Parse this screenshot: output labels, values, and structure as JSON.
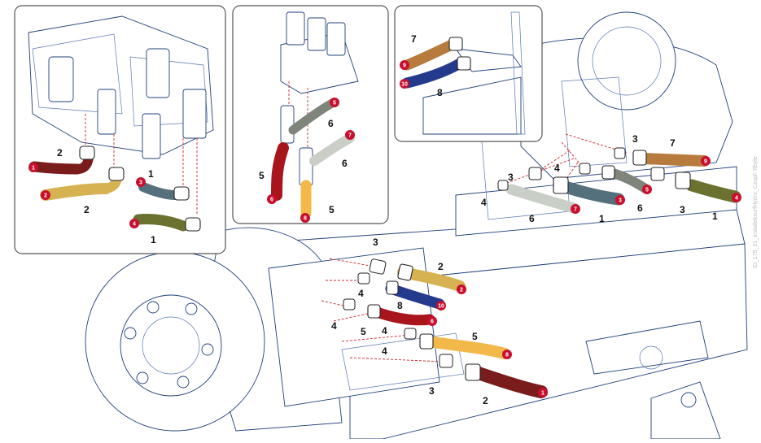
{
  "colors": {
    "line": "#1f3f7a",
    "marker": "#c8102e",
    "leader": "#d0242b",
    "hose_1": "#6b7230",
    "hose_2": "#d6b252",
    "hose_2_dark": "#7a1c1c",
    "hose_3": "#55707d",
    "hose_5": "#a8151c",
    "hose_5_light": "#f2b84a",
    "hose_6": "#c9cfc7",
    "hose_6_dark": "#7f857a",
    "hose_7": "#b87b3e",
    "hose_8": "#243a8c"
  },
  "watermark": "ID_175_01_installeksurfHydro_Czuph Rbyle",
  "insets": [
    {
      "name": "valve-block-inset",
      "callouts": [
        "2",
        "2",
        "1",
        "1"
      ],
      "markers": [
        "1",
        "2",
        "3",
        "4"
      ]
    },
    {
      "name": "solenoid-inset",
      "callouts": [
        "6",
        "6",
        "5",
        "5"
      ],
      "markers": [
        "5",
        "7",
        "6",
        "8"
      ]
    },
    {
      "name": "top-right-inset",
      "callouts": [
        "7",
        "8"
      ],
      "markers": [
        "9",
        "10"
      ]
    }
  ],
  "main": {
    "callouts": [
      "3",
      "2",
      "4",
      "8",
      "4",
      "5",
      "5",
      "4",
      "4",
      "3",
      "2",
      "3",
      "4",
      "7",
      "3",
      "4",
      "6",
      "1",
      "6",
      "3",
      "1"
    ],
    "markers": [
      "2",
      "10",
      "6",
      "8",
      "1",
      "9",
      "5",
      "3",
      "7",
      "4"
    ]
  }
}
